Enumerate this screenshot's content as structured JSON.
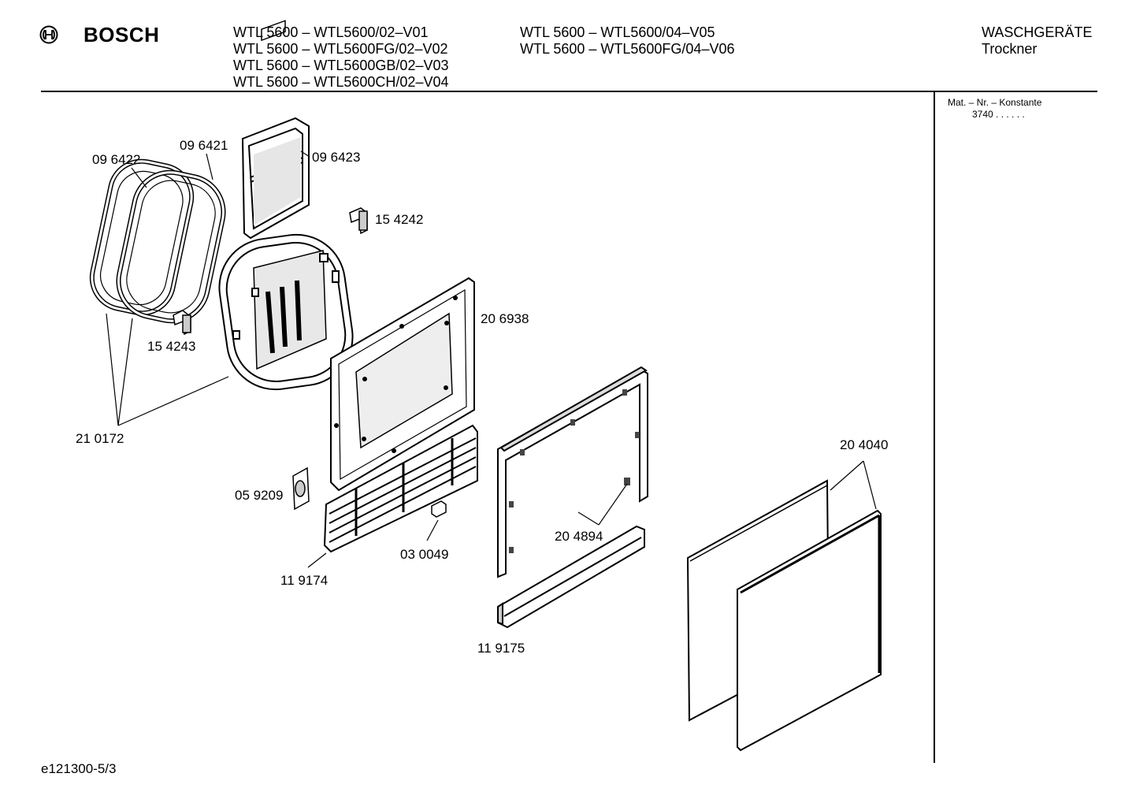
{
  "header": {
    "brand": "BOSCH",
    "models_col1": [
      "WTL 5600 – WTL5600/02–V01",
      "WTL 5600 – WTL5600FG/02–V02",
      "WTL 5600 – WTL5600GB/02–V03",
      "WTL 5600 – WTL5600CH/02–V04"
    ],
    "models_col2": [
      "WTL 5600 – WTL5600/04–V05",
      "WTL 5600 – WTL5600FG/04–V06"
    ],
    "category": "WASCHGERÄTE",
    "subcategory": "Trockner"
  },
  "side_panel": {
    "label": "Mat. – Nr. – Konstante",
    "value": "3740  .  .    .  .  .  ."
  },
  "parts": {
    "p096422": "09 6422",
    "p096421": "09 6421",
    "p096423": "09 6423",
    "p154242": "15 4242",
    "p154243": "15 4243",
    "p206938": "20 6938",
    "p210172": "21 0172",
    "p059209": "05 9209",
    "p030049": "03 0049",
    "p119174": "11 9174",
    "p204894": "20 4894",
    "p119175": "11 9175",
    "p204040": "20 4040"
  },
  "footer": {
    "drawing_id": "e121300-5/3"
  },
  "icons": {
    "brand_logo": "bosch-armature-icon"
  }
}
